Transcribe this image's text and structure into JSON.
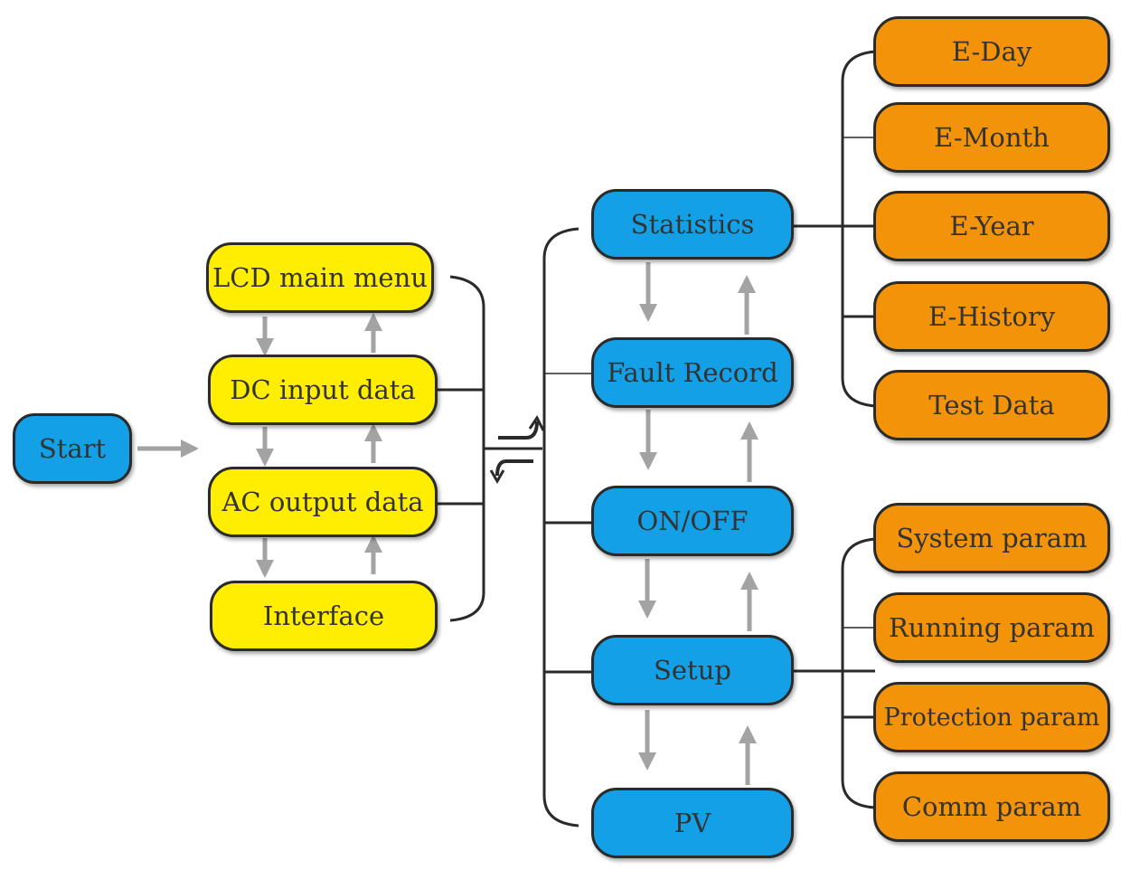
{
  "colors": {
    "menu_fill": "#ffee00",
    "submenu_fill": "#14a0e6",
    "detail_fill": "#f2930a",
    "arrow": "#a3a3a3",
    "line": "#2a2a2a"
  },
  "start": {
    "label": "Start"
  },
  "main_menu": {
    "items": [
      "LCD main menu",
      "DC input data",
      "AC output data",
      "Interface"
    ]
  },
  "submenu": {
    "items": [
      "Statistics",
      "Fault Record",
      "ON/OFF",
      "Setup",
      "PV"
    ]
  },
  "statistics_items": [
    "E-Day",
    "E-Month",
    "E-Year",
    "E-History",
    "Test Data"
  ],
  "setup_items": [
    "System param",
    "Running param",
    "Protection param",
    "Comm param"
  ]
}
